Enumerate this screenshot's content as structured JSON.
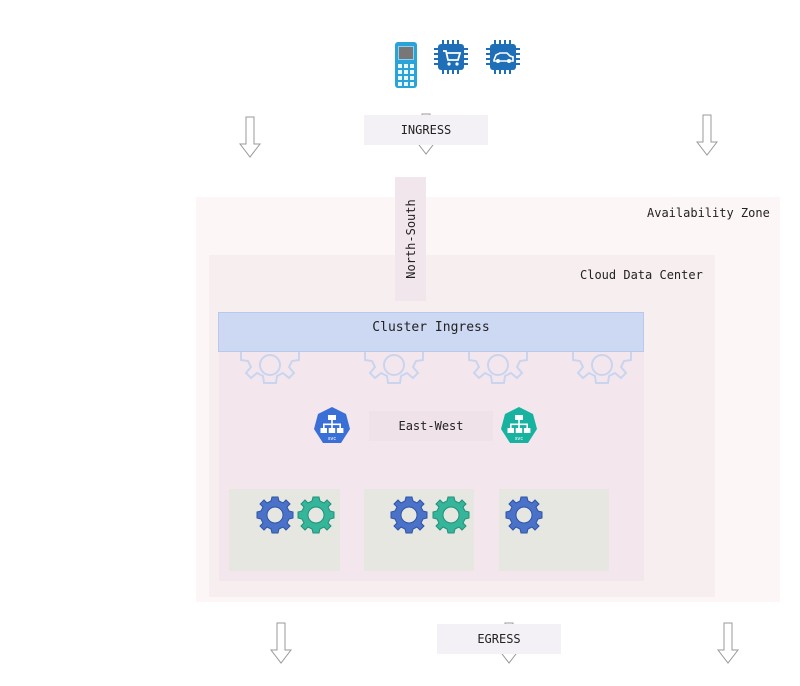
{
  "labels": {
    "ingress": "INGRESS",
    "egress": "EGRESS",
    "north_south": "North-South",
    "east_west": "East-West",
    "availability_zone": "Availability Zone",
    "cloud_data_center": "Cloud Data Center",
    "cluster_ingress": "Cluster Ingress",
    "svc": "svc"
  },
  "icons": {
    "devices": [
      "mobile-phone-icon",
      "shopping-cart-chip-icon",
      "car-chip-icon"
    ],
    "service_left": "service-network-icon",
    "service_right": "service-network-icon",
    "pods": [
      "gear-icon"
    ]
  },
  "colors": {
    "phone": "#2aa3d8",
    "chip": "#1f6fb8",
    "gear_blue": "#4a72c9",
    "gear_teal": "#35b59a",
    "svc_blue": "#3b6fd8",
    "svc_teal": "#17b2a0",
    "cluster_ingress": "#cdd8f2",
    "ghost_gear": "#c9d4ef"
  }
}
